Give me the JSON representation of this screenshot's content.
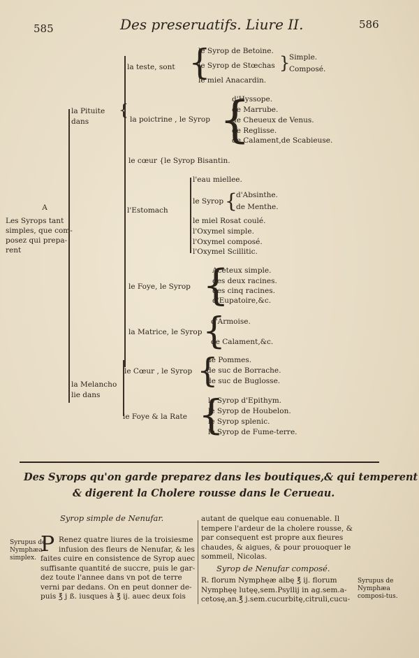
{
  "header": {
    "page_left": "585",
    "title": "Des preseruatifs. Liure II.",
    "page_right": "586"
  },
  "tree": {
    "root": {
      "letter": "A",
      "lines": [
        "Les Syrops tant",
        "simples, que com-",
        "posez qui prepa-",
        "rent"
      ]
    },
    "branches": [
      {
        "label": [
          "la Pituite",
          "dans"
        ],
        "organs": [
          {
            "label": "la teste, sont",
            "items": [
              "le Syrop de Betoine.",
              "le Syrop de Stœchas",
              "le miel Anacardin."
            ],
            "sub": [
              "Simple.",
              "Composé."
            ]
          },
          {
            "label": "la poictrine , le Syrop",
            "items": [
              "d'Hyssope.",
              "de Marrube.",
              "de Cheueux de Venus.",
              "de Reglisse.",
              "de Calament,de Scabieuse."
            ]
          },
          {
            "label": "le cœur {le Syrop Bisantin."
          },
          {
            "label": "l'Estomach",
            "items": [
              "l'eau miellee.",
              "le Syrop",
              "le miel Rosat coulé.",
              "l'Oxymel simple.",
              "l'Oxymel composé.",
              "l'Oxymel Scillitic."
            ],
            "sub": [
              "d'Absinthe.",
              "de Menthe."
            ]
          },
          {
            "label": "le Foye, le Syrop",
            "items": [
              "Aceteux simple.",
              "des deux racines.",
              "des cinq racines.",
              "d'Eupatoire,&c."
            ]
          },
          {
            "label": "la Matrice, le Syrop",
            "items": [
              "d'Armoise.",
              "de Calament,&c."
            ]
          }
        ]
      },
      {
        "label": [
          "la Melancho",
          "lie dans"
        ],
        "organs": [
          {
            "label": "le Cœur , le Syrop",
            "items": [
              "de Pommes.",
              "de suc de Borrache.",
              "de suc de Buglosse."
            ]
          },
          {
            "label": "le Foye & la Rate",
            "items": [
              "le Syrop d'Epithym.",
              "le Syrop de Houbelon.",
              "le Syrop splenic.",
              "le Syrop de Fume-terre."
            ]
          }
        ]
      }
    ]
  },
  "section": {
    "heading": [
      "Des Syrops qu'on garde preparez dans les boutiques,& qui temperent",
      "& digerent la Cholere rousse dans le Cerueau."
    ],
    "left": {
      "subheading": "Syrop simple de Nenufar.",
      "margin": [
        "Syrupus de",
        "Nymphæa",
        "simplex."
      ],
      "dropcap": "P",
      "lines": [
        "Renez quatre liures de la troisiesme",
        "infusion des fleurs de Nenufar, & les",
        "faites cuire en consistence de Syrop auec",
        "suffisante quantité de succre, puis le gar-",
        "dez toute l'annee dans vn pot de terre",
        "verni par dedans. On en peut donner de-",
        "puis ℥ j ß. iusques à ℥ ij. auec deux fois",
        ""
      ]
    },
    "right": {
      "lines": [
        "autant de quelque eau conuenable. Il",
        "tempere l'ardeur de la cholere rousse, &",
        "par consequent est propre aux fieures",
        "chaudes, & aigues, & pour prouoquer le",
        "sommeil, Nicolas."
      ],
      "subheading": "Syrop de Nenufar composé.",
      "recipe": [
        "R. florum Nymphęæ albę ℥ ij. florum",
        "Nymphęę lutęę,sem.Psyllij in ag.sem.a-",
        "cetosę,an.℥ j.sem.cucurbitę,citruli,cucu-"
      ],
      "margin": [
        "Syrupus de",
        "Nymphæa",
        "composi-tus."
      ]
    }
  }
}
